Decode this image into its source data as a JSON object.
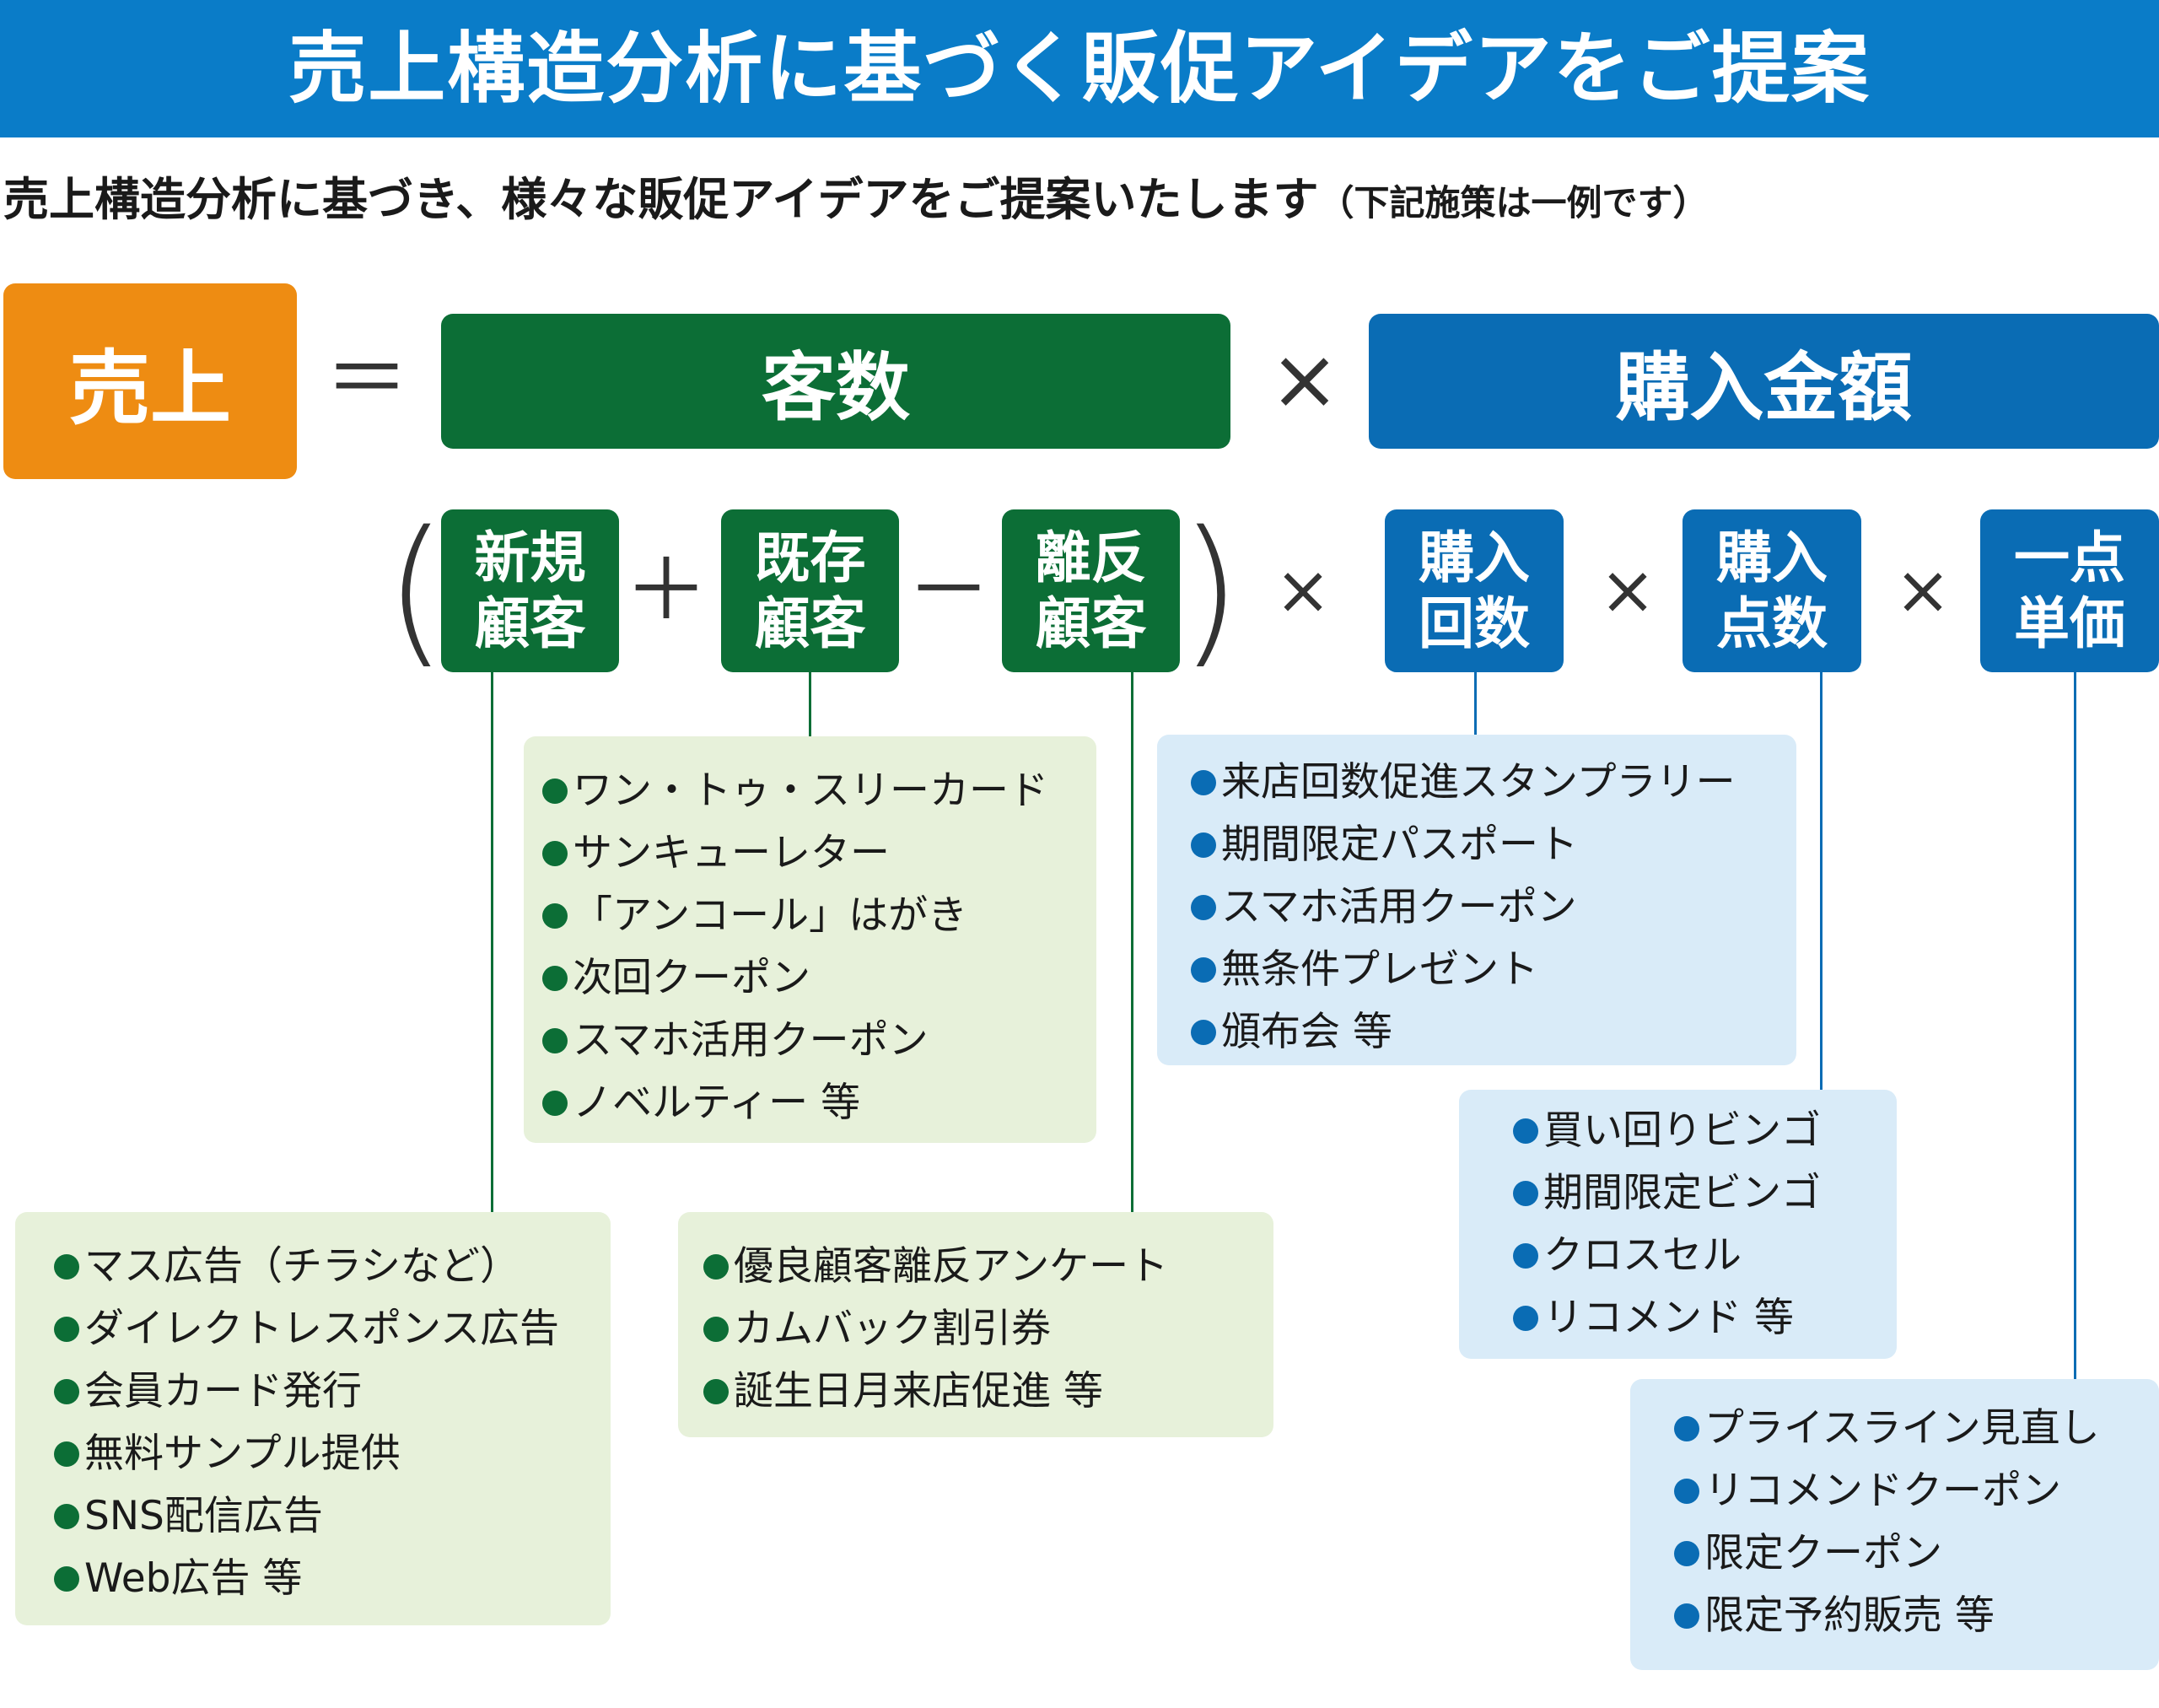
{
  "header": {
    "title": "売上構造分析に基づく販促アイデアをご提案",
    "subtitle": "売上構造分析に基づき、様々な販促アイデアをご提案いたします",
    "subtitle_note": "（下記施策は一例です）"
  },
  "formula": {
    "sales": "売上",
    "equals": "＝",
    "customers": "客数",
    "times": "×",
    "purchase_amount": "購入金額"
  },
  "factors": {
    "open_paren": "(",
    "close_paren": ")",
    "plus": "＋",
    "minus": "－",
    "new_customers": [
      "新規",
      "顧客"
    ],
    "existing_customers": [
      "既存",
      "顧客"
    ],
    "lost_customers": [
      "離反",
      "顧客"
    ],
    "purchase_count": [
      "購入",
      "回数"
    ],
    "purchase_items": [
      "購入",
      "点数"
    ],
    "unit_price": [
      "一点",
      "単価"
    ]
  },
  "panels": {
    "new_customers": [
      "マス広告（チラシなど）",
      "ダイレクトレスポンス広告",
      "会員カード発行",
      "無料サンプル提供",
      "SNS配信広告",
      "Web広告 等"
    ],
    "existing_customers": [
      "ワン・トゥ・スリーカード",
      "サンキューレター",
      "「アンコール」はがき",
      "次回クーポン",
      "スマホ活用クーポン",
      "ノベルティー 等"
    ],
    "lost_customers": [
      "優良顧客離反アンケート",
      "カムバック割引券",
      "誕生日月来店促進 等"
    ],
    "purchase_count": [
      "来店回数促進スタンプラリー",
      "期間限定パスポート",
      "スマホ活用クーポン",
      "無条件プレゼント",
      "頒布会 等"
    ],
    "purchase_items": [
      "買い回りビンゴ",
      "期間限定ビンゴ",
      "クロスセル",
      "リコメンド 等"
    ],
    "unit_price": [
      "プライスライン見直し",
      "リコメンドクーポン",
      "限定クーポン",
      "限定予約販売 等"
    ]
  },
  "colors": {
    "banner": "#0a7cc8",
    "orange": "#ee8c12",
    "green": "#0c6e36",
    "blue": "#0a6cb4",
    "green_panel": "#e7f1da",
    "blue_panel": "#d9ebf8"
  }
}
